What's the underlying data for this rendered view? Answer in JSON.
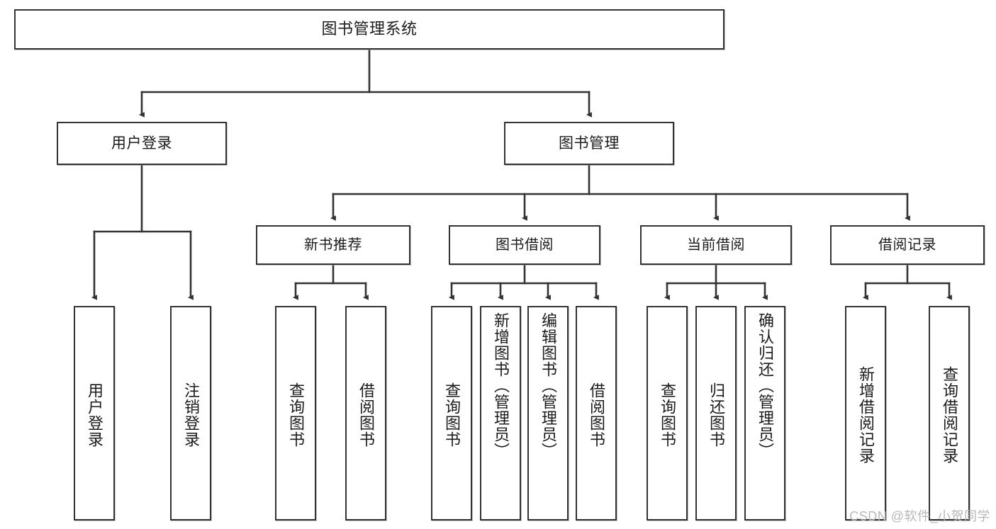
{
  "diagram": {
    "title": "图书管理系统",
    "type": "tree-hierarchy-chart",
    "line_color": "#333333",
    "box_fill": "#ffffff",
    "text_color": "#1b1b1b",
    "root": {
      "label": "图书管理系统"
    },
    "level2": [
      {
        "label": "用户登录"
      },
      {
        "label": "图书管理"
      }
    ],
    "level3": [
      {
        "label": "新书推荐"
      },
      {
        "label": "图书借阅"
      },
      {
        "label": "当前借阅"
      },
      {
        "label": "借阅记录"
      }
    ],
    "leaves": {
      "user_login": [
        {
          "label": "用户登录"
        },
        {
          "label": "注销登录"
        }
      ],
      "new_book_recommend": [
        {
          "label": "查询图书"
        },
        {
          "label": "借阅图书"
        }
      ],
      "book_borrow": [
        {
          "label": "查询图书"
        },
        {
          "label": "新增图书（管理员）"
        },
        {
          "label": "编辑图书（管理员）"
        },
        {
          "label": "借阅图书"
        }
      ],
      "current_borrow": [
        {
          "label": "查询图书"
        },
        {
          "label": "归还图书"
        },
        {
          "label": "确认归还（管理员）"
        }
      ],
      "borrow_record": [
        {
          "label": "新增借阅记录"
        },
        {
          "label": "查询借阅记录"
        }
      ]
    }
  },
  "watermark": {
    "text": "CSDN @软件_小贺同学"
  }
}
